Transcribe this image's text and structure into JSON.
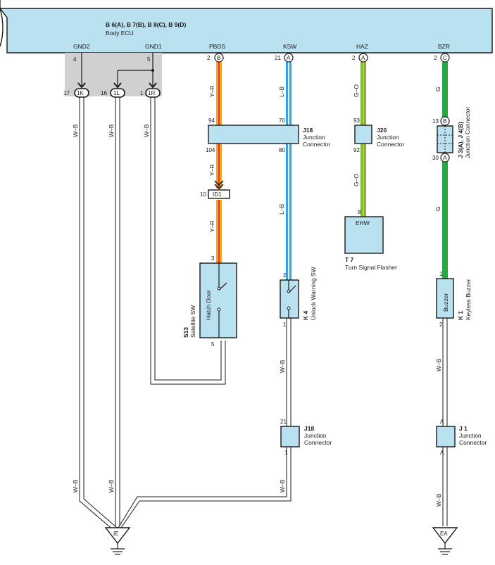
{
  "ecu": {
    "connectors": "B 6(A), B 7(B), B 8(C), B 9(D)",
    "name": "Body ECU",
    "terminals": {
      "gnd2": {
        "label": "GND2",
        "pin": "4"
      },
      "gnd1": {
        "label": "GND1",
        "pin": "5"
      },
      "pbds": {
        "label": "PBDS",
        "pin": "2",
        "conn": "B"
      },
      "ksw": {
        "label": "KSW",
        "pin": "21",
        "conn": "A"
      },
      "haz": {
        "label": "HAZ",
        "pin": "2",
        "conn": "A"
      },
      "bzr": {
        "label": "BZR",
        "pin": "2",
        "conn": "C"
      }
    }
  },
  "ground_connectors": [
    {
      "pin": "17",
      "id": "1K"
    },
    {
      "pin": "16",
      "id": "1L"
    },
    {
      "pin": "1",
      "id": "1R"
    }
  ],
  "wire_colors": {
    "wb": "W–B",
    "yr": "Y–R",
    "lb": "L–B",
    "go": "G–O",
    "g": "G"
  },
  "colors": {
    "yr_wire": "#f5a623",
    "yr_stripe": "#e03a2f",
    "lb_wire": "#3aa3dd",
    "go_wire": "#6cbf3f",
    "go_stripe": "#f2b233",
    "g_wire": "#27a844",
    "component_fill": "#b9e1f0",
    "ground_panel": "#d0d0d0"
  },
  "j18_top": {
    "id": "J18",
    "name": "Junction",
    "name2": "Connector",
    "pin_pbds_in": "94",
    "pin_pbds_out": "104",
    "pin_ksw_in": "70",
    "pin_ksw_out": "80"
  },
  "j20": {
    "id": "J20",
    "name": "Junction",
    "name2": "Connector",
    "pin_in": "93",
    "pin_out": "92"
  },
  "j3j4": {
    "id": "J 3(A), J 4(B)",
    "name": "Junction Connector",
    "pin_in": "13",
    "conn_in": "B",
    "pin_out": "30",
    "conn_out": "A"
  },
  "id1": {
    "pin": "10",
    "id": "ID1"
  },
  "ehw": {
    "label": "EHW",
    "pin": "8",
    "id": "T 7",
    "name": "Turn Signal Flasher"
  },
  "s13": {
    "id": "S13",
    "name": "Satellite SW",
    "inner": "Hatch Door",
    "pin_in": "3",
    "pin_out": "5"
  },
  "k4": {
    "id": "K 4",
    "name": "Unlock Warning SW",
    "pin_in": "2",
    "pin_out": "1"
  },
  "k1": {
    "id": "K 1",
    "name": "Keyless Buzzer",
    "inner": "Buzzer",
    "pin_in": "1",
    "pin_out": "2"
  },
  "j18_bottom": {
    "id": "J18",
    "name": "Junction",
    "name2": "Connector",
    "pin_in": "21",
    "pin_out": "1"
  },
  "j1": {
    "id": "J 1",
    "name": "Junction",
    "name2": "Connector",
    "pin_in": "A",
    "pin_out": "A"
  },
  "grounds": [
    {
      "id": "IE"
    },
    {
      "id": "EA"
    }
  ]
}
